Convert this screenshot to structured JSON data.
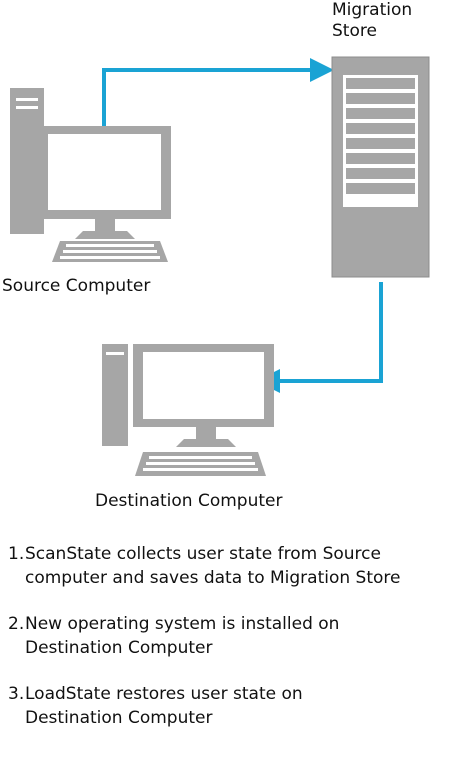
{
  "labels": {
    "store_line1": "Migration",
    "store_line2": "Store",
    "source": "Source Computer",
    "destination": "Destination Computer"
  },
  "steps": [
    {
      "number": "1.",
      "line1": "ScanState collects user state from Source",
      "line2": "computer and saves data to Migration Store"
    },
    {
      "number": "2.",
      "line1": "New operating system is installed on",
      "line2": "Destination Computer"
    },
    {
      "number": "3.",
      "line1": "LoadState restores user state on",
      "line2": "Destination Computer"
    }
  ],
  "colors": {
    "arrow": "#1aa3d4",
    "device_fill": "#a6a6a6",
    "device_dark": "#7f7f7f",
    "screen": "#ffffff",
    "text": "#111111"
  },
  "icons": {
    "source": "desktop-computer-icon",
    "store": "server-icon",
    "destination": "desktop-computer-icon"
  }
}
